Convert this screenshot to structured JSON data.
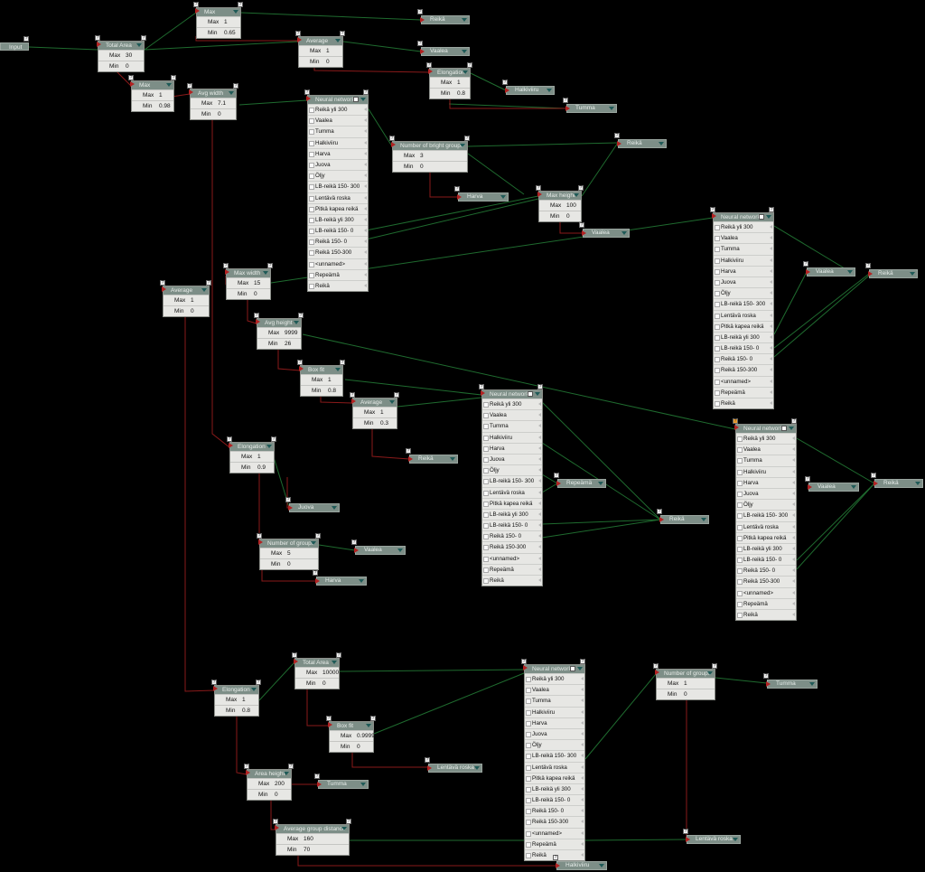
{
  "input_label": "Input",
  "row_labels": {
    "max": "Max",
    "min": "Min"
  },
  "nodes": [
    {
      "id": "total1",
      "title": "Total Area",
      "max": "30",
      "min": "0"
    },
    {
      "id": "max1",
      "title": "Max",
      "max": "1",
      "min": "0.65"
    },
    {
      "id": "avg1",
      "title": "Average",
      "max": "1",
      "min": "0"
    },
    {
      "id": "elong1",
      "title": "Elongation",
      "max": "1",
      "min": "0.8"
    },
    {
      "id": "max2",
      "title": "Max",
      "max": "1",
      "min": "0.98"
    },
    {
      "id": "avgw",
      "title": "Avg width",
      "max": "7.1",
      "min": "0"
    },
    {
      "id": "nbg",
      "title": "Number of bright groups",
      "max": "3",
      "min": "0"
    },
    {
      "id": "maxh",
      "title": "Max height",
      "max": "100",
      "min": "0"
    },
    {
      "id": "avg2",
      "title": "Average",
      "max": "1",
      "min": "0"
    },
    {
      "id": "maxw",
      "title": "Max width",
      "max": "15",
      "min": "0"
    },
    {
      "id": "avgh",
      "title": "Avg height",
      "max": "9999",
      "min": "26"
    },
    {
      "id": "boxfit1",
      "title": "Box fit",
      "max": "1",
      "min": "0.8"
    },
    {
      "id": "avg3",
      "title": "Average",
      "max": "1",
      "min": "0.3"
    },
    {
      "id": "elong2",
      "title": "Elongation",
      "max": "1",
      "min": "0.9"
    },
    {
      "id": "ngroups1",
      "title": "Number of groups",
      "max": "5",
      "min": "0"
    },
    {
      "id": "elong3",
      "title": "Elongation",
      "max": "1",
      "min": "0.8"
    },
    {
      "id": "total2",
      "title": "Total Area",
      "max": "10000",
      "min": "0"
    },
    {
      "id": "boxfit2",
      "title": "Box fit",
      "max": "0.9999",
      "min": "0"
    },
    {
      "id": "areah",
      "title": "Area height",
      "max": "200",
      "min": "0"
    },
    {
      "id": "agd",
      "title": "Average group distance",
      "max": "160",
      "min": "70"
    },
    {
      "id": "ngroups2",
      "title": "Number of groups",
      "max": "1",
      "min": "0"
    }
  ],
  "neural_networks": [
    {
      "id": "nn1",
      "title": "Neural network",
      "items": [
        "Reikä yli 300",
        "Vaalea",
        "Tumma",
        "Halkiviiru",
        "Harva",
        "Juova",
        "Öljy",
        "LB-reikä 150- 300",
        "Lentävä roska",
        "Pitkä kapea reikä",
        "LB-reikä yli 300",
        "LB-reikä 150- 0",
        "Reikä 150- 0",
        "Reikä 150-300",
        "<unnamed>",
        "Repeämä",
        "Reikä"
      ]
    },
    {
      "id": "nn2",
      "title": "Neural network",
      "items": [
        "Reikä yli 300",
        "Vaalea",
        "Tumma",
        "Halkiviiru",
        "Harva",
        "Juova",
        "Öljy",
        "LB-reikä 150- 300",
        "Lentävä roska",
        "Pitkä kapea reikä",
        "LB-reikä yli 300",
        "LB-reikä 150- 0",
        "Reikä 150- 0",
        "Reikä 150-300",
        "<unnamed>",
        "Repeämä",
        "Reikä"
      ]
    },
    {
      "id": "nn3",
      "title": "Neural network",
      "items": [
        "Reikä yli 300",
        "Vaalea",
        "Tumma",
        "Halkiviiru",
        "Harva",
        "Juova",
        "Öljy",
        "LB-reikä 150- 300",
        "Lentävä roska",
        "Pitkä kapea reikä",
        "LB-reikä yli 300",
        "LB-reikä 150- 0",
        "Reikä 150- 0",
        "Reikä 150-300",
        "<unnamed>",
        "Repeämä",
        "Reikä"
      ]
    },
    {
      "id": "nn4",
      "title": "Neural network",
      "items": [
        "Reikä yli 300",
        "Vaalea",
        "Tumma",
        "Halkiviiru",
        "Harva",
        "Juova",
        "Öljy",
        "LB-reikä 150- 300",
        "Lentävä roska",
        "Pitkä kapea reikä",
        "LB-reikä yli 300",
        "LB-reikä 150- 0",
        "Reikä 150- 0",
        "Reikä 150-300",
        "<unnamed>",
        "Repeämä",
        "Reikä"
      ]
    },
    {
      "id": "nn5",
      "title": "Neural network",
      "items": [
        "Reikä yli 300",
        "Vaalea",
        "Tumma",
        "Halkiviiru",
        "Harva",
        "Juova",
        "Öljy",
        "LB-reikä 150- 300",
        "Lentävä roska",
        "Pitkä kapea reikä",
        "LB-reikä yli 300",
        "LB-reikä 150- 0",
        "Reikä 150- 0",
        "Reikä 150-300",
        "<unnamed>",
        "Repeämä",
        "Reikä"
      ]
    }
  ],
  "outputs": [
    {
      "id": "o1",
      "label": "Reikä"
    },
    {
      "id": "o2",
      "label": "Vaalea"
    },
    {
      "id": "o3",
      "label": "Halkiviiru"
    },
    {
      "id": "o4",
      "label": "Tumma"
    },
    {
      "id": "o5",
      "label": "Reikä"
    },
    {
      "id": "o6",
      "label": "Harva"
    },
    {
      "id": "o7",
      "label": "Vaalea"
    },
    {
      "id": "o8",
      "label": "Vaalea"
    },
    {
      "id": "o9",
      "label": "Reikä"
    },
    {
      "id": "o10",
      "label": "Reikä"
    },
    {
      "id": "o11",
      "label": "Repeämä"
    },
    {
      "id": "o12",
      "label": "Reikä"
    },
    {
      "id": "o13",
      "label": "Vaalea"
    },
    {
      "id": "o14",
      "label": "Reikä"
    },
    {
      "id": "o15",
      "label": "Juova"
    },
    {
      "id": "o16",
      "label": "Vaalea"
    },
    {
      "id": "o17",
      "label": "Harva"
    },
    {
      "id": "o18",
      "label": "Tumma"
    },
    {
      "id": "o19",
      "label": "Lentävä roska"
    },
    {
      "id": "o20",
      "label": "Tumma"
    },
    {
      "id": "o21",
      "label": "Lentävä roska"
    },
    {
      "id": "o22",
      "label": "Halkiviiru"
    }
  ],
  "colors": {
    "background": "#000000",
    "wire_green": "#1f6b2f",
    "wire_red": "#8a1a1a",
    "node_header": "#7d8e87",
    "node_body": "#e7e7e4"
  }
}
